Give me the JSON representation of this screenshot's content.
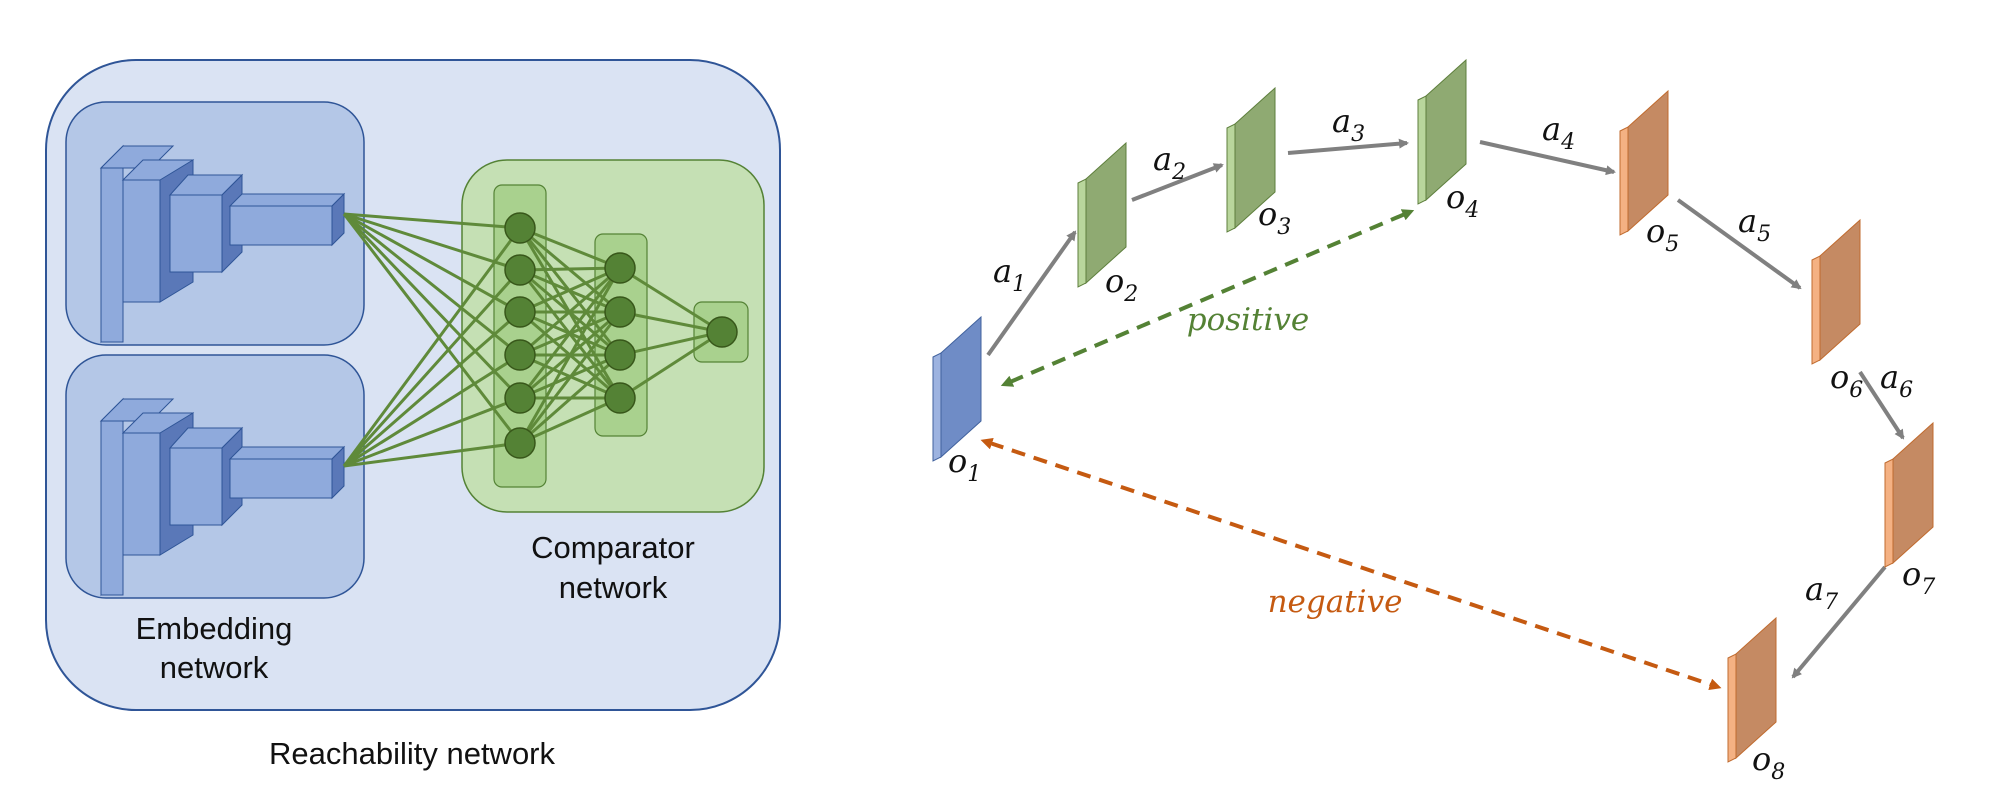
{
  "reachability": {
    "title": "Reachability network",
    "embedding_label_line1": "Embedding",
    "embedding_label_line2": "network",
    "comparator_label_line1": "Comparator",
    "comparator_label_line2": "network"
  },
  "trajectory": {
    "observations": [
      {
        "sym": "o",
        "sub": "1",
        "color": "blue"
      },
      {
        "sym": "o",
        "sub": "2",
        "color": "green"
      },
      {
        "sym": "o",
        "sub": "3",
        "color": "green"
      },
      {
        "sym": "o",
        "sub": "4",
        "color": "green"
      },
      {
        "sym": "o",
        "sub": "5",
        "color": "orange"
      },
      {
        "sym": "o",
        "sub": "6",
        "color": "orange"
      },
      {
        "sym": "o",
        "sub": "7",
        "color": "orange"
      },
      {
        "sym": "o",
        "sub": "8",
        "color": "orange"
      }
    ],
    "actions": [
      {
        "sym": "a",
        "sub": "1"
      },
      {
        "sym": "a",
        "sub": "2"
      },
      {
        "sym": "a",
        "sub": "3"
      },
      {
        "sym": "a",
        "sub": "4"
      },
      {
        "sym": "a",
        "sub": "5"
      },
      {
        "sym": "a",
        "sub": "6"
      },
      {
        "sym": "a",
        "sub": "7"
      }
    ],
    "positive_label": "positive",
    "negative_label": "negative"
  },
  "colors": {
    "outer_box_fill": "#dae3f3",
    "outer_box_stroke": "#2f5597",
    "embedding_box_fill": "#b4c7e7",
    "layer_fill": "#8faadc",
    "layer_dark": "#5a78b8",
    "layer_stroke": "#2f5597",
    "comparator_box_fill": "#c5e0b4",
    "comparator_stroke": "#548235",
    "column_fill": "#a9d18e",
    "neuron_fill": "#548235",
    "neuron_stroke": "#38571a",
    "connection": "#5f8a3a",
    "frame_blue": "#6f8cc6",
    "frame_green": "#8faa72",
    "frame_orange": "#c58a63",
    "frame_orange_side": "#f4b183",
    "arrow_gray": "#808080",
    "positive": "#548235",
    "negative": "#c55a11"
  }
}
